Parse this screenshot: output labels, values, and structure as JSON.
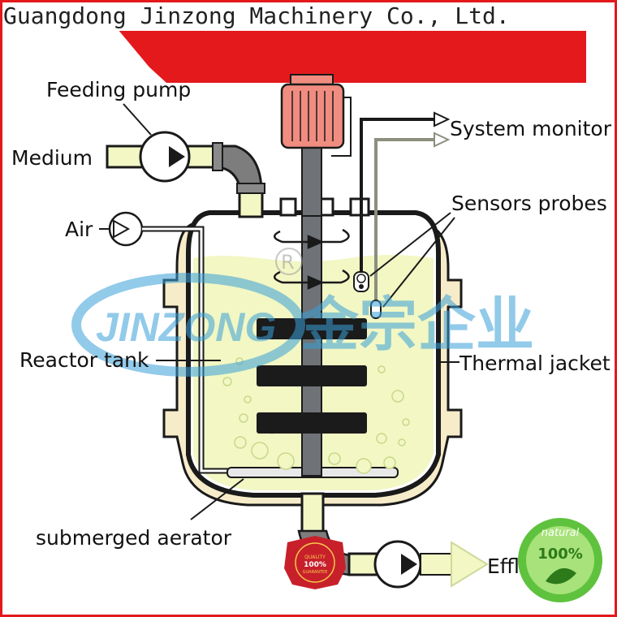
{
  "header": {
    "company": "Guangdong Jinzong Machinery Co., Ltd."
  },
  "labels": {
    "feeding_pump": "Feeding pump",
    "medium": "Medium",
    "air": "Air",
    "system_monitor": "System monitor",
    "sensors_probes": "Sensors probes",
    "reactor_tank": "Reactor tank",
    "thermal_jacket": "Thermal jacket",
    "submerged_aerator": "submerged aerator",
    "effluent": "Effl"
  },
  "watermark": {
    "brand": "JINZONG",
    "chinese": "金宗企业",
    "registered": "R"
  },
  "badges": {
    "quality": {
      "line1": "QUALITY",
      "line2": "100%",
      "line3": "GUARANTEE"
    },
    "natural": {
      "top": "natural",
      "percent": "100%"
    }
  },
  "colors": {
    "banner_red": "#e3191c",
    "liquid": "#f2f7c4",
    "tank_outline": "#1a1a1a",
    "jacket": "#f7ecc9",
    "motor": "#f08c80",
    "shaft": "#6f7378",
    "impeller": "#1b1b1b",
    "watermark_blue": "#3aa0d8",
    "natural_green": "#5fc23e"
  }
}
